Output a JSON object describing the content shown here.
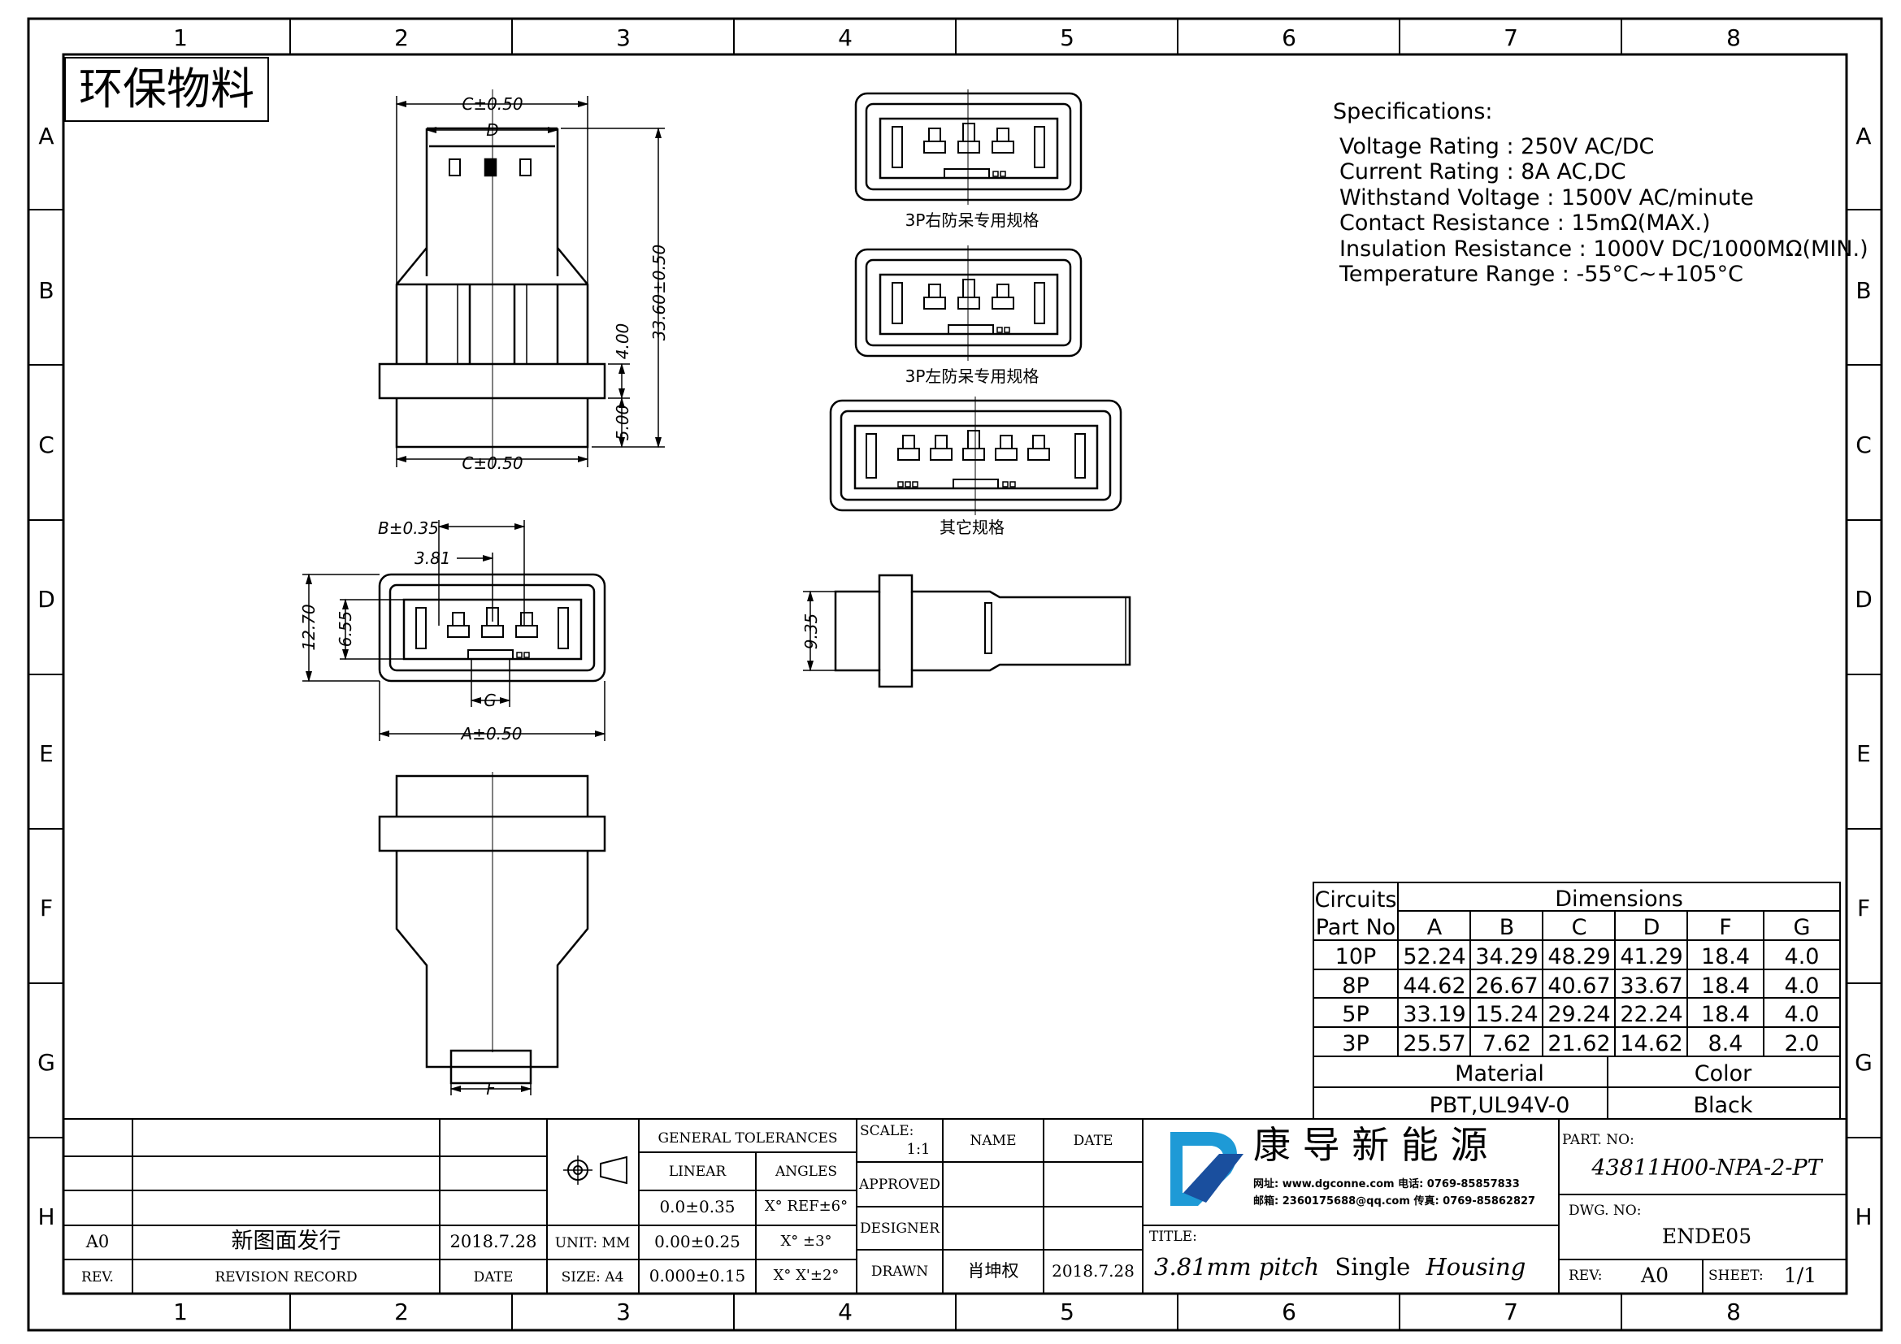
{
  "border": {
    "columns": [
      "1",
      "2",
      "3",
      "4",
      "5",
      "6",
      "7",
      "8"
    ],
    "rows": [
      "A",
      "B",
      "C",
      "D",
      "E",
      "F",
      "G",
      "H"
    ]
  },
  "stamp": "环保物料",
  "specs": {
    "heading": "Specifications:",
    "lines": [
      "Voltage Rating : 250V AC/DC",
      "Current Rating : 8A AC,DC",
      "Withstand Voltage : 1500V AC/minute",
      "Contact Resistance : 15mΩ(MAX.)",
      "Insulation Resistance : 1000V DC/1000MΩ(MIN.)",
      "Temperature Range : -55°C~+105°C"
    ]
  },
  "captions": {
    "right_keyed": "3P右防呆专用规格",
    "left_keyed": "3P左防呆专用规格",
    "other": "其它规格"
  },
  "dims": {
    "c_top": "C±0.50",
    "d": "D",
    "c_bottom": "C±0.50",
    "h_total": "33.60±0.50",
    "h_mid": "4.00",
    "h_low": "5.00",
    "b": "B±0.35",
    "pitch": "3.81",
    "h_outer": "12.70",
    "h_inner": "6.55",
    "g": "G",
    "a": "A±0.50",
    "side_h": "9.35",
    "f": "F"
  },
  "dim_table": {
    "circuits_label": "Circuits",
    "partno_label": "Part No",
    "dimensions_label": "Dimensions",
    "columns": [
      "A",
      "B",
      "C",
      "D",
      "F",
      "G"
    ],
    "rows": [
      {
        "part": "10P",
        "values": [
          "52.24",
          "34.29",
          "48.29",
          "41.29",
          "18.4",
          "4.0"
        ]
      },
      {
        "part": "8P",
        "values": [
          "44.62",
          "26.67",
          "40.67",
          "33.67",
          "18.4",
          "4.0"
        ]
      },
      {
        "part": "5P",
        "values": [
          "33.19",
          "15.24",
          "29.24",
          "22.24",
          "18.4",
          "4.0"
        ]
      },
      {
        "part": "3P",
        "values": [
          "25.57",
          "7.62",
          "21.62",
          "14.62",
          "8.4",
          "2.0"
        ]
      }
    ],
    "material_label": "Material",
    "material_value": "PBT,UL94V-0",
    "color_label": "Color",
    "color_value": "Black"
  },
  "title_block": {
    "rev_row": {
      "rev": "A0",
      "record": "新图面发行",
      "date": "2018.7.28"
    },
    "rev_header": {
      "rev": "REV.",
      "record": "REVISION RECORD",
      "date": "DATE"
    },
    "unit": "UNIT: MM",
    "size": "SIZE: A4",
    "tol_header": "GENERAL TOLERANCES",
    "linear_label": "LINEAR",
    "angles_label": "ANGLES",
    "linear": [
      "0.0±0.35",
      "0.00±0.25",
      "0.000±0.15"
    ],
    "angles": [
      "X° REF±6°",
      "X° ±3°",
      "X° X'±2°"
    ],
    "scale_label": "SCALE:",
    "scale_value": "1:1",
    "name_label": "NAME",
    "date_label": "DATE",
    "approved": "APPROVED",
    "designer": "DESIGNER",
    "drawn": "DRAWN",
    "drawn_name": "肖坤权",
    "drawn_date": "2018.7.28",
    "company": "康 导 新 能 源",
    "company_line1": "网址: www.dgconne.com   电话: 0769-85857833",
    "company_line2": "邮箱: 2360175688@qq.com  传真: 0769-85862827",
    "title_label": "TITLE:",
    "title_a": "3.81mm pitch",
    "title_b": "Single",
    "title_c": "Housing",
    "partno_label": "PART. NO:",
    "partno": "43811H00-NPA-2-PT",
    "dwgno_label": "DWG. NO:",
    "dwgno": "ENDE05",
    "rev_label": "REV:",
    "rev_value": "A0",
    "sheet_label": "SHEET:",
    "sheet_value": "1/1"
  },
  "colors": {
    "logo_blue": "#1e9ad6",
    "logo_dark": "#1a4f9e",
    "ink": "#000000"
  }
}
